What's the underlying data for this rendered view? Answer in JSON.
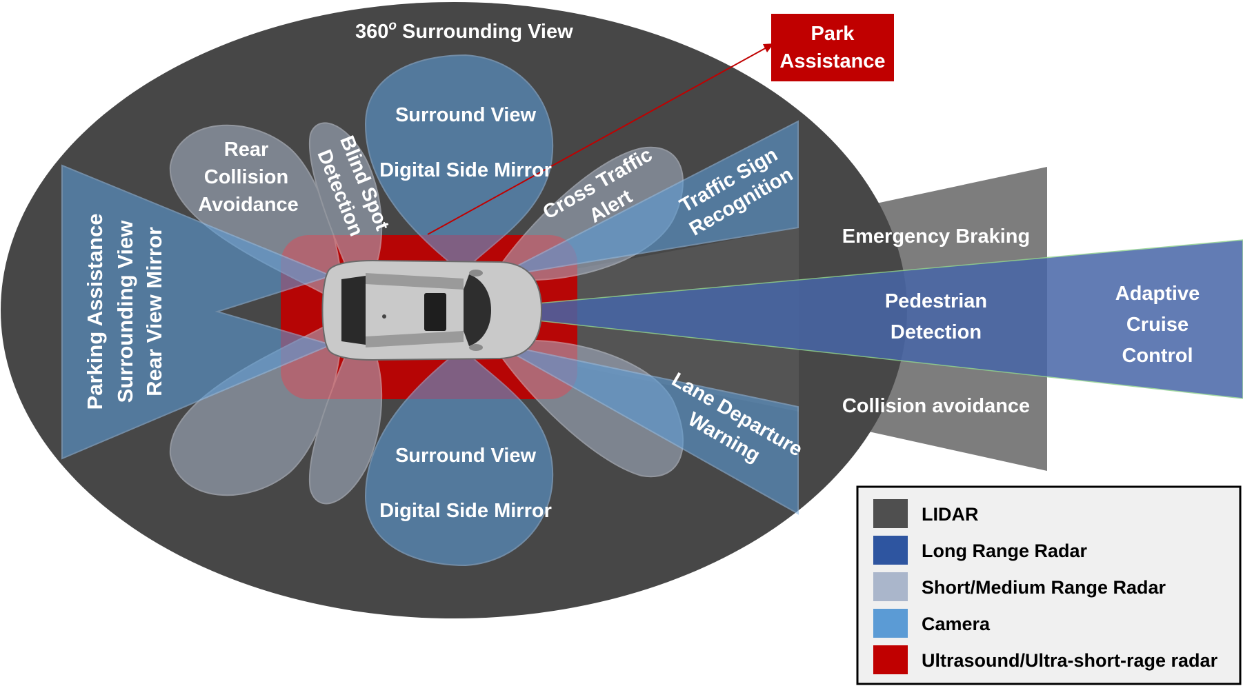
{
  "title_main": "360",
  "title_sup": "o",
  "title_rest": " Surrounding View",
  "park_assistance": [
    "Park",
    "Assistance"
  ],
  "labels": {
    "surround_view": "Surround View",
    "digital_side_mirror": "Digital Side Mirror",
    "rear_collision": [
      "Rear",
      "Collision",
      "Avoidance"
    ],
    "blind_spot": [
      "Blind Spot",
      "Detection"
    ],
    "cross_traffic": [
      "Cross Traffic",
      "Alert"
    ],
    "traffic_sign": [
      "Traffic Sign",
      "Recognition"
    ],
    "lane_departure": [
      "Lane Departure",
      "Warning"
    ],
    "rear_camera": [
      "Parking Assistance",
      "Surrounding View",
      "Rear View Mirror"
    ],
    "emergency_braking": "Emergency Braking",
    "pedestrian": [
      "Pedestrian",
      "Detection"
    ],
    "collision_avoidance": "Collision avoidance",
    "acc": [
      "Adaptive",
      "Cruise",
      "Control"
    ]
  },
  "legend": [
    {
      "label": "LIDAR",
      "color": "#4f4f4f"
    },
    {
      "label": "Long Range Radar",
      "color": "#2e55a0"
    },
    {
      "label": "Short/Medium Range Radar",
      "color": "#aab6cb"
    },
    {
      "label": "Camera",
      "color": "#5b9bd5"
    },
    {
      "label": "Ultrasound/Ultra-short-rage radar",
      "color": "#c00000"
    }
  ],
  "colors": {
    "ellipse": "#474747",
    "lidar": "#7a7a7a",
    "long_range_radar": "#4766a8",
    "short_medium_radar": "#aab6cb",
    "camera": "#5b9bd5",
    "ultrasound": "#c00000"
  }
}
